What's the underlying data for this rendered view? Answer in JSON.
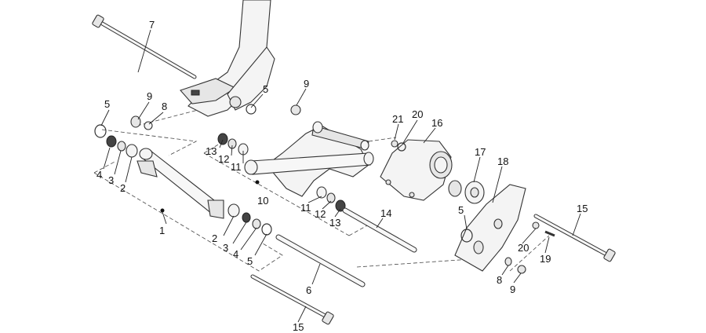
{
  "diagram": {
    "callouts": {
      "c7": "7",
      "c5_top": "5",
      "c9_top_left": "9",
      "c8_top_left": "8",
      "c5_left": "5",
      "c9_mid": "9",
      "c21": "21",
      "c20_top": "20",
      "c16": "16",
      "c13_left": "13",
      "c12_left": "12",
      "c11_left": "11",
      "c4_left": "4",
      "c3_left": "3",
      "c2_left": "2",
      "c17": "17",
      "c18": "18",
      "c10": "10",
      "c11_right": "11",
      "c12_right": "12",
      "c13_right": "13",
      "c14": "14",
      "c5_right": "5",
      "c15_right": "15",
      "c1": "1",
      "c2_right": "2",
      "c3_right": "3",
      "c4_right": "4",
      "c5_bottom": "5",
      "c20_bottom": "20",
      "c19": "19",
      "c6": "6",
      "c8_bottom": "8",
      "c9_bottom": "9",
      "c15_bottom": "15"
    }
  }
}
